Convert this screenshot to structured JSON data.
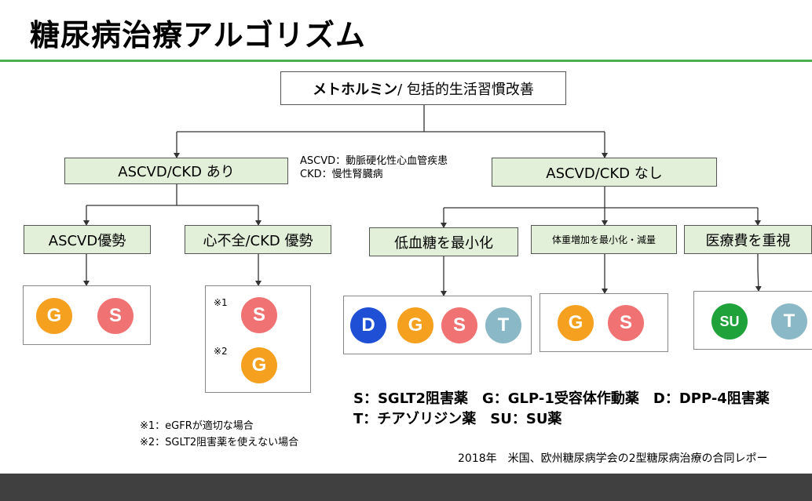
{
  "title": "糖尿病治療アルゴリズム",
  "top_box": {
    "bold": "メトホルミン",
    "rest": " / 包括的生活習慣改善"
  },
  "definitions": {
    "ascvd": "ASCVD：動脈硬化性心血管疾患",
    "ckd": "CKD：慢性腎臓病"
  },
  "branches": {
    "yes": "ASCVD/CKD あり",
    "no": "ASCVD/CKD なし"
  },
  "sub": {
    "ascvd_dominant": "ASCVD優勢",
    "hf_ckd_dominant": "心不全/CKD 優勢",
    "min_hypo": "低血糖を最小化",
    "weight": "体重増加を最小化・減量",
    "cost": "医療費を重視"
  },
  "drugs": {
    "ascvd_dominant": [
      "G",
      "S"
    ],
    "hf_ckd_dominant": [
      "S",
      "G"
    ],
    "min_hypo": [
      "D",
      "G",
      "S",
      "T"
    ],
    "weight": [
      "G",
      "S"
    ],
    "cost": [
      "SU",
      "T"
    ]
  },
  "marks": {
    "m1": "※1",
    "m2": "※2"
  },
  "notes": {
    "n1": "※1：eGFRが適切な場合",
    "n2": "※2：SGLT2阻害薬を使えない場合"
  },
  "legend": {
    "line1": "S：SGLT2阻害薬　G：GLP-1受容体作動薬　D：DPP-4阻害薬",
    "line2": "T：チアゾリジン薬　SU：SU薬"
  },
  "source": "2018年　米国、欧州糖尿病学会の2型糖尿病治療の合同レポー",
  "colors": {
    "D": "#1e4fd4",
    "G": "#f5a01e",
    "S": "#f07272",
    "T": "#8ab8c6",
    "SU": "#1fa23a",
    "box_fill": "#e2f0d9",
    "rule": "#4caf50"
  }
}
